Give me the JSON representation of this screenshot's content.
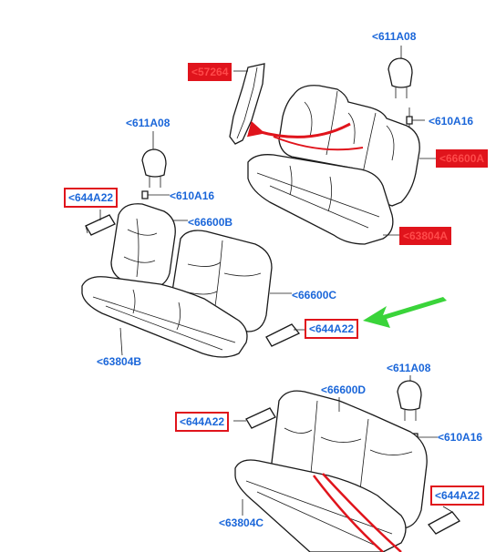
{
  "colors": {
    "label_blue": "#1a66d9",
    "box_red": "#e0141c",
    "fill_red": "#e0141c",
    "fill_red_text": "#ff4a4a",
    "arrow_red": "#e0141c",
    "arrow_green": "#3ad43a",
    "line_black": "#1a1a1a"
  },
  "labels": {
    "l_611A08_top": "<611A08",
    "l_57264": "<57264",
    "l_610A16_top": "<610A16",
    "l_66600A": "<66600A",
    "l_63804A": "<63804A",
    "l_611A08_mid": "<611A08",
    "l_644A22_left": "<644A22",
    "l_610A16_mid": "<610A16",
    "l_66600B": "<66600B",
    "l_66600C": "<66600C",
    "l_644A22_center": "<644A22",
    "l_63804B": "<63804B",
    "l_611A08_bot": "<611A08",
    "l_66600D": "<66600D",
    "l_644A22_bot_left": "<644A22",
    "l_610A16_bot": "<610A16",
    "l_644A22_bot_right": "<644A22",
    "l_63804C": "<63804C"
  }
}
